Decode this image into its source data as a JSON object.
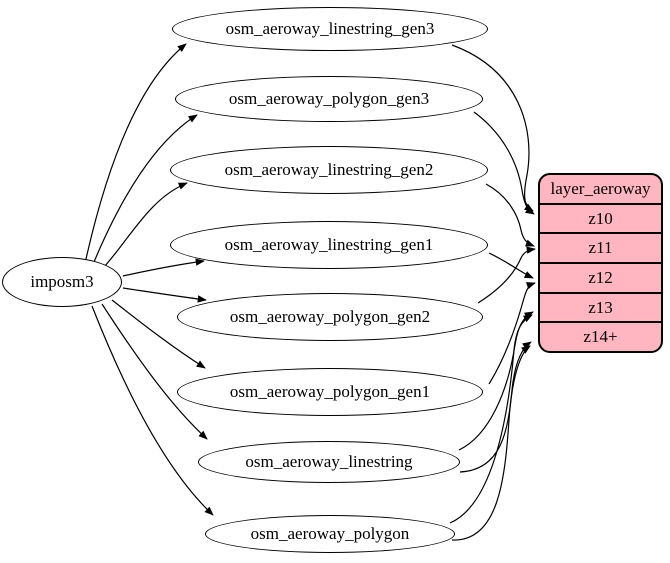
{
  "graph": {
    "source": {
      "label": "imposm3"
    },
    "tables": [
      {
        "label": "osm_aeroway_linestring_gen3"
      },
      {
        "label": "osm_aeroway_polygon_gen3"
      },
      {
        "label": "osm_aeroway_linestring_gen2"
      },
      {
        "label": "osm_aeroway_linestring_gen1"
      },
      {
        "label": "osm_aeroway_polygon_gen2"
      },
      {
        "label": "osm_aeroway_polygon_gen1"
      },
      {
        "label": "osm_aeroway_linestring"
      },
      {
        "label": "osm_aeroway_polygon"
      }
    ],
    "layer": {
      "title": "layer_aeroway",
      "zooms": [
        "z10",
        "z11",
        "z12",
        "z13",
        "z14+"
      ]
    },
    "edges": [
      {
        "from": "imposm3",
        "to": "osm_aeroway_linestring_gen3"
      },
      {
        "from": "imposm3",
        "to": "osm_aeroway_polygon_gen3"
      },
      {
        "from": "imposm3",
        "to": "osm_aeroway_linestring_gen2"
      },
      {
        "from": "imposm3",
        "to": "osm_aeroway_linestring_gen1"
      },
      {
        "from": "imposm3",
        "to": "osm_aeroway_polygon_gen2"
      },
      {
        "from": "imposm3",
        "to": "osm_aeroway_polygon_gen1"
      },
      {
        "from": "imposm3",
        "to": "osm_aeroway_linestring"
      },
      {
        "from": "imposm3",
        "to": "osm_aeroway_polygon"
      },
      {
        "from": "osm_aeroway_linestring_gen3",
        "to": "layer_aeroway.z10"
      },
      {
        "from": "osm_aeroway_polygon_gen3",
        "to": "layer_aeroway.z10"
      },
      {
        "from": "osm_aeroway_linestring_gen2",
        "to": "layer_aeroway.z11"
      },
      {
        "from": "osm_aeroway_polygon_gen2",
        "to": "layer_aeroway.z11"
      },
      {
        "from": "osm_aeroway_linestring_gen1",
        "to": "layer_aeroway.z12"
      },
      {
        "from": "osm_aeroway_polygon_gen1",
        "to": "layer_aeroway.z12"
      },
      {
        "from": "osm_aeroway_linestring",
        "to": "layer_aeroway.z13"
      },
      {
        "from": "osm_aeroway_polygon",
        "to": "layer_aeroway.z13"
      },
      {
        "from": "osm_aeroway_linestring",
        "to": "layer_aeroway.z14+"
      },
      {
        "from": "osm_aeroway_polygon",
        "to": "layer_aeroway.z14+"
      }
    ],
    "colors": {
      "layer_fill": "#ffb6c1",
      "edge_stroke": "#000000",
      "background": "#ffffff"
    }
  }
}
